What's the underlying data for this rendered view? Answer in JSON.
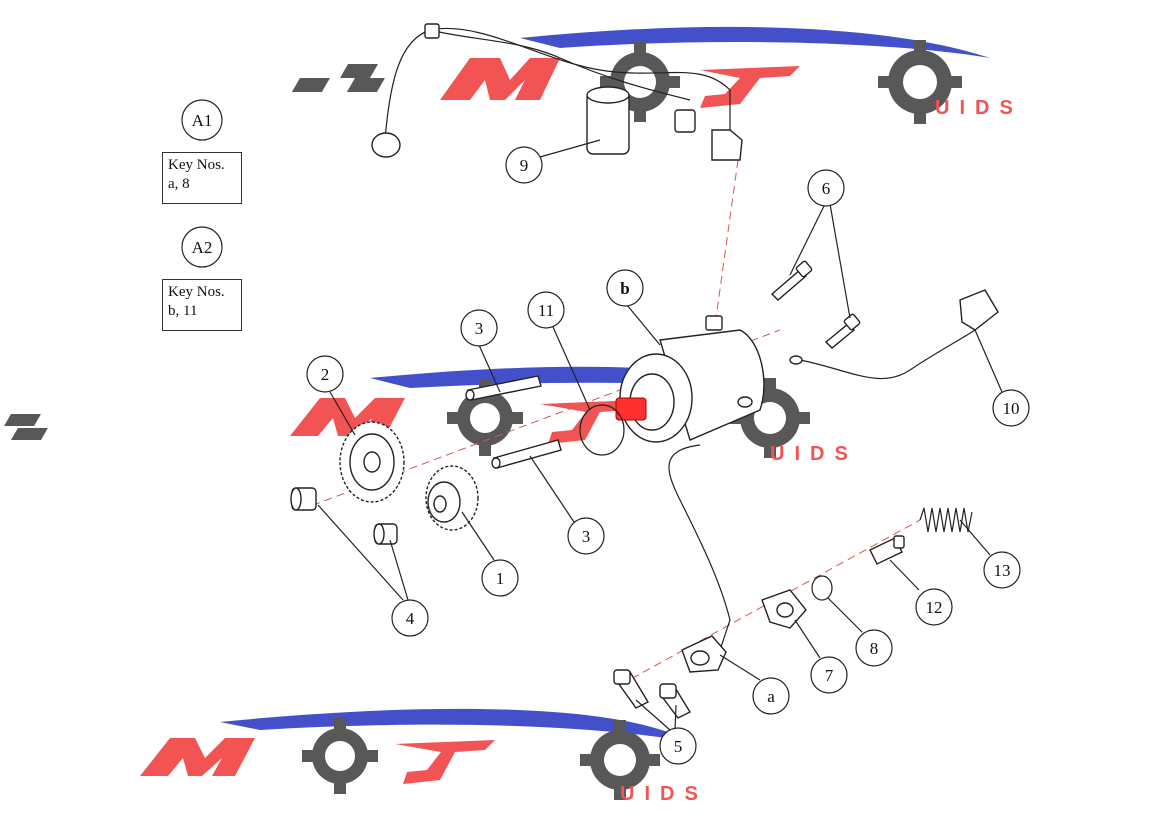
{
  "colors": {
    "watermark_red": "#f24a4a",
    "watermark_blue": "#3a47c8",
    "watermark_gray": "#505050",
    "leader_dash": "#d9534f",
    "highlight_red": "#ff3030"
  },
  "watermark": {
    "logo_text": "MOTO",
    "sub_text": "UIDS"
  },
  "groups": [
    {
      "id": "A1",
      "key_title": "Key Nos.",
      "key_items": "a, 8"
    },
    {
      "id": "A2",
      "key_title": "Key Nos.",
      "key_items": "b, 11"
    }
  ],
  "callouts": {
    "c1": "1",
    "c2": "2",
    "c3a": "3",
    "c3b": "3",
    "c4": "4",
    "c5": "5",
    "c6": "6",
    "c7": "7",
    "c8": "8",
    "c9": "9",
    "c10": "10",
    "c11": "11",
    "c12": "12",
    "c13": "13",
    "ca": "a",
    "cb": "b"
  }
}
